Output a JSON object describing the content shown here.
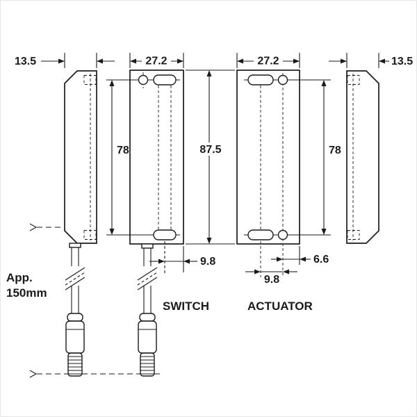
{
  "drawing": {
    "labels": {
      "switch": "SWITCH",
      "actuator": "ACTUATOR",
      "cable_length_line1": "App.",
      "cable_length_line2": "150mm"
    },
    "dimensions": {
      "side_view_left_width_mm": "13.5",
      "switch_width_mm": "27.2",
      "actuator_width_mm": "27.2",
      "side_view_right_width_mm": "13.5",
      "switch_hole_spacing_mm": "78",
      "overall_height_mm": "87.5",
      "actuator_hole_spacing_mm": "78",
      "switch_slot_offset_mm": "9.8",
      "actuator_hole_pitch_mm": "9.8",
      "actuator_hole_edge_offset_mm": "6.6"
    },
    "colors": {
      "line": "#1a1a1a",
      "background": "#ffffff"
    }
  }
}
